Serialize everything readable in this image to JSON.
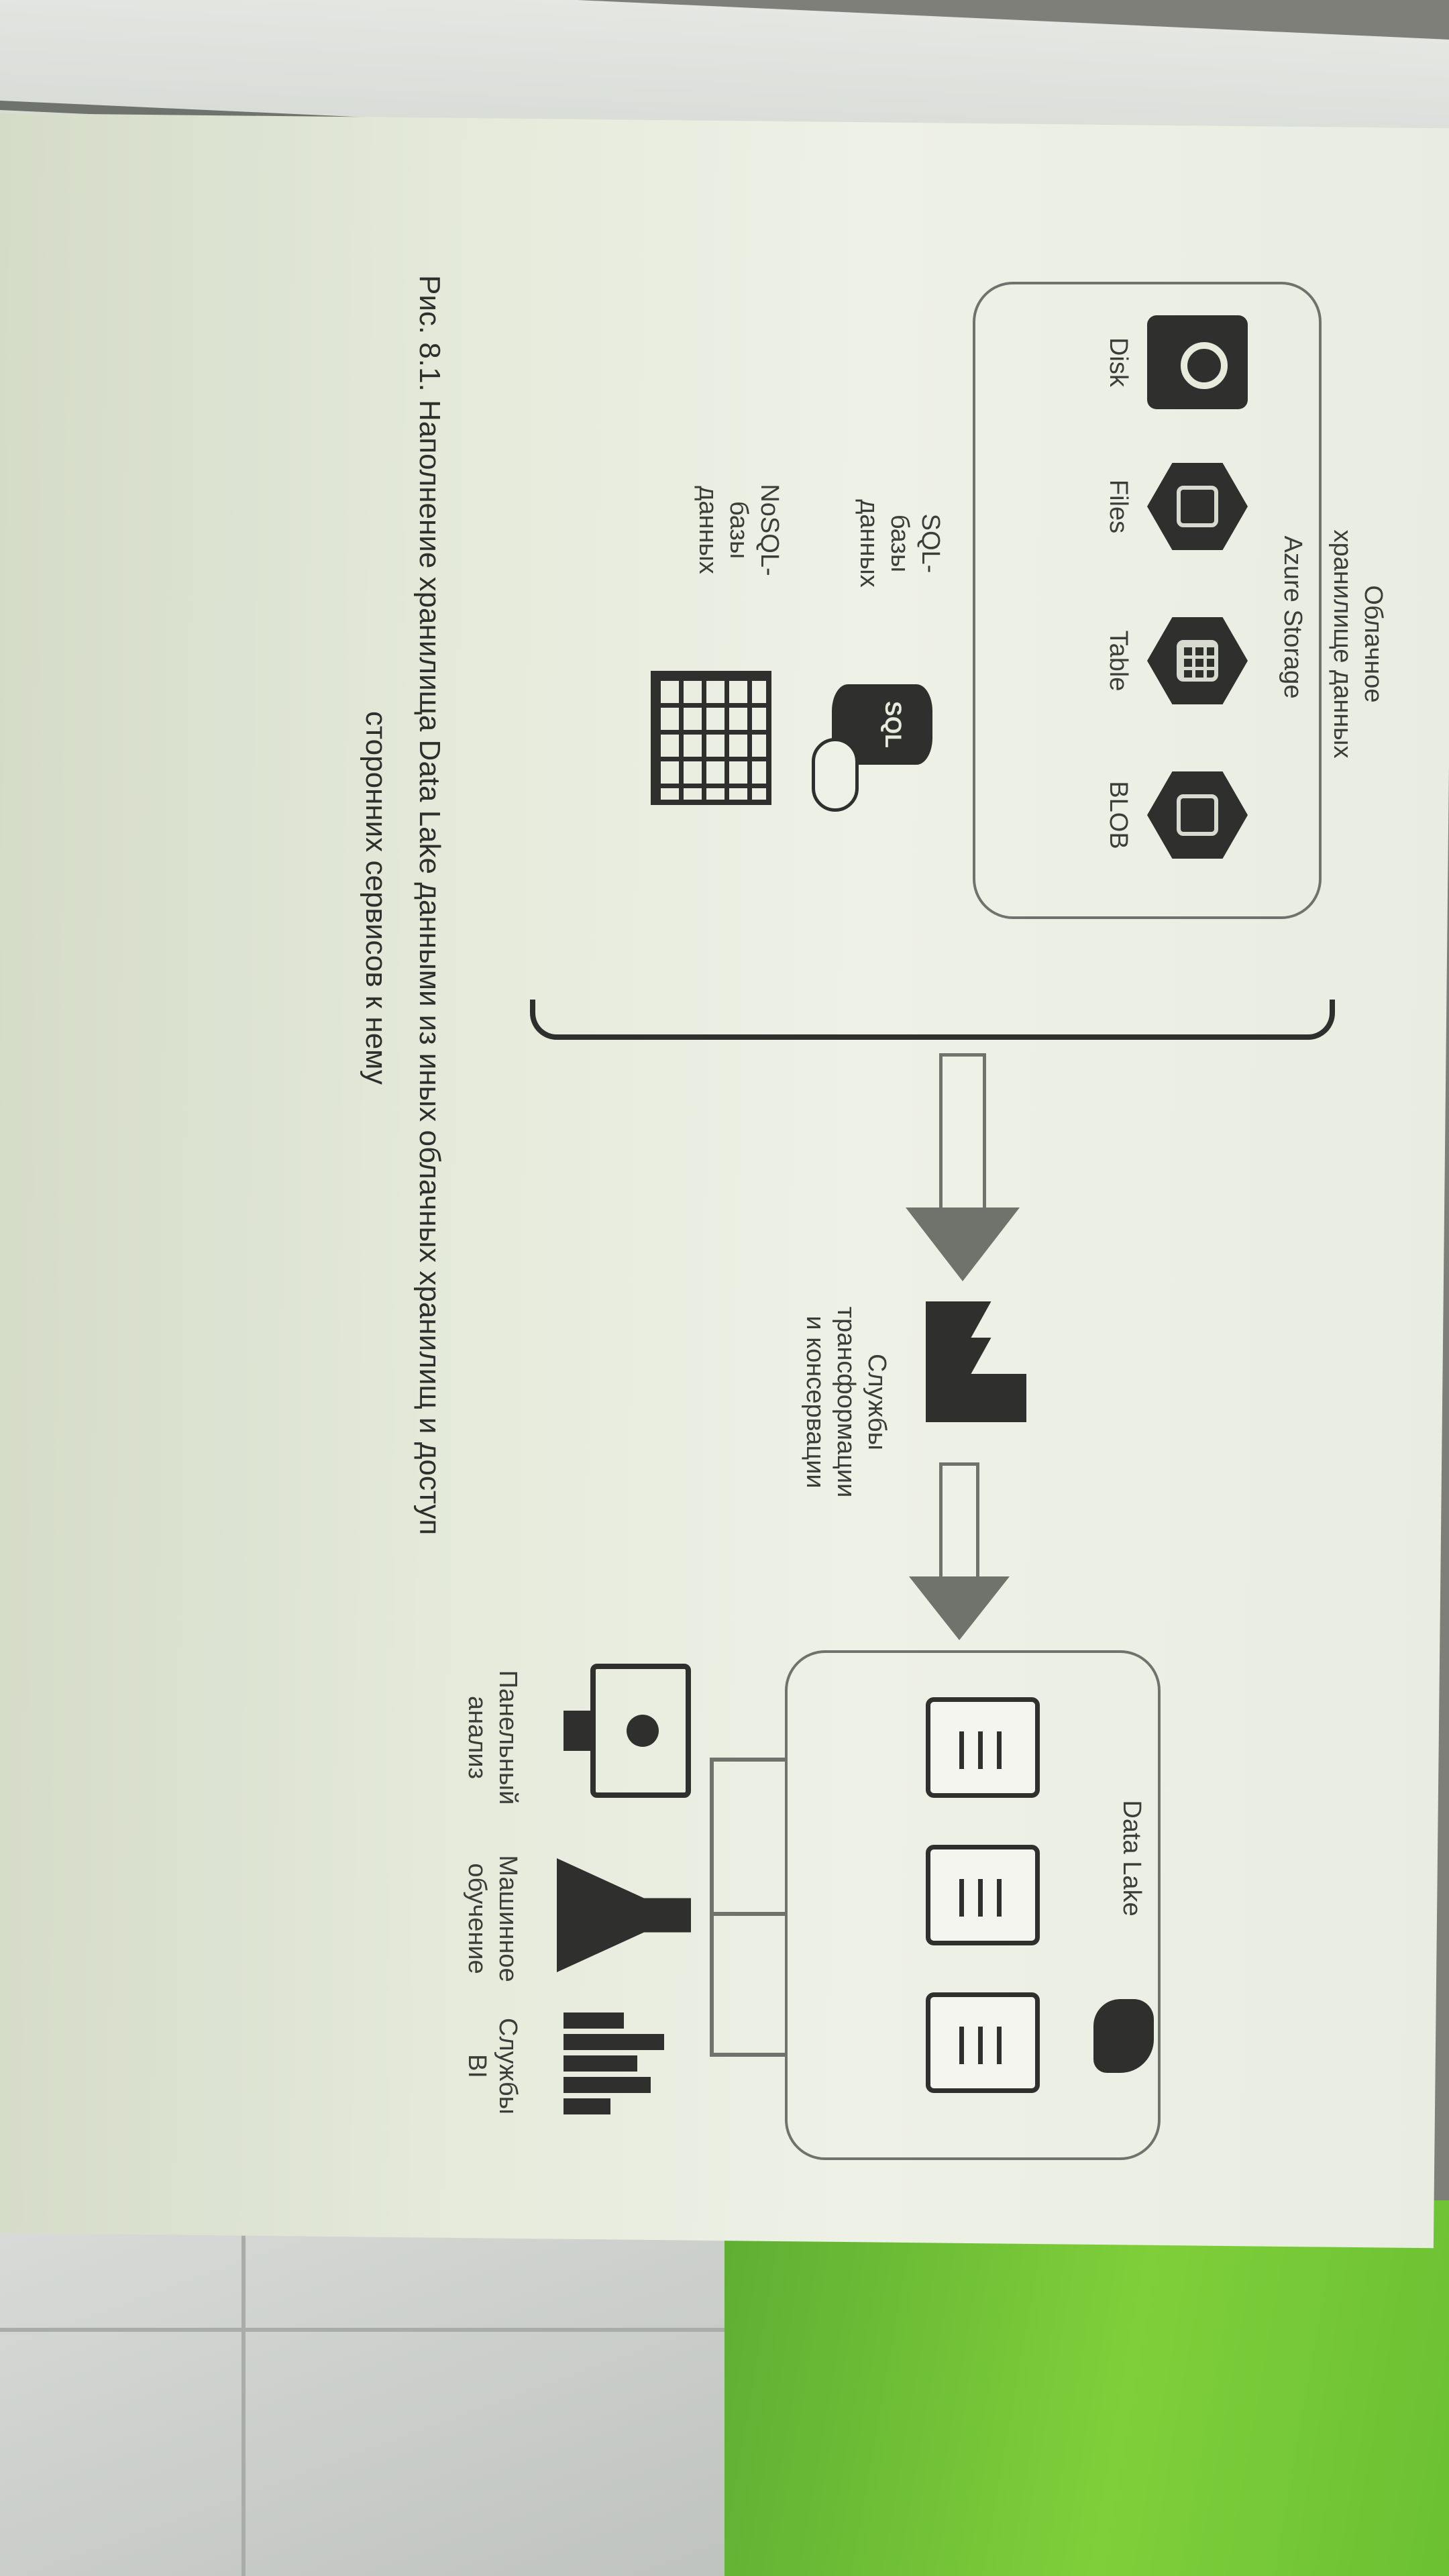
{
  "figure": {
    "top_label": "Облачное\nхранилище данных",
    "storage_group_label": "Azure Storage",
    "storage_items": [
      {
        "label": "Disk",
        "icon": "disk-icon"
      },
      {
        "label": "Files",
        "icon": "files-icon"
      },
      {
        "label": "Table",
        "icon": "table-icon"
      },
      {
        "label": "BLOB",
        "icon": "blob-icon"
      }
    ],
    "sql_label": "SQL-\nбазы\nданных",
    "sql_icon_text": "SQL",
    "nosql_label": "NoSQL-\nбазы\nданных",
    "transform_label": "Службы\nтрансформации\nи консервации",
    "data_lake_label": "Data Lake",
    "consumers": [
      {
        "label": "Панельный\nанализ",
        "icon": "monitor-icon"
      },
      {
        "label": "Машинное\nобучение",
        "icon": "flask-icon"
      },
      {
        "label": "Службы\nBI",
        "icon": "bar-chart-icon"
      }
    ],
    "caption_line1": "Рис. 8.1. Наполнение хранилища Data Lake данными из иных облачных хранилищ и доступ",
    "caption_line2": "сторонних сервисов к нему"
  },
  "colors": {
    "page": "#e9ede1",
    "ink": "#2f302e",
    "green_board": "#6bc032"
  }
}
